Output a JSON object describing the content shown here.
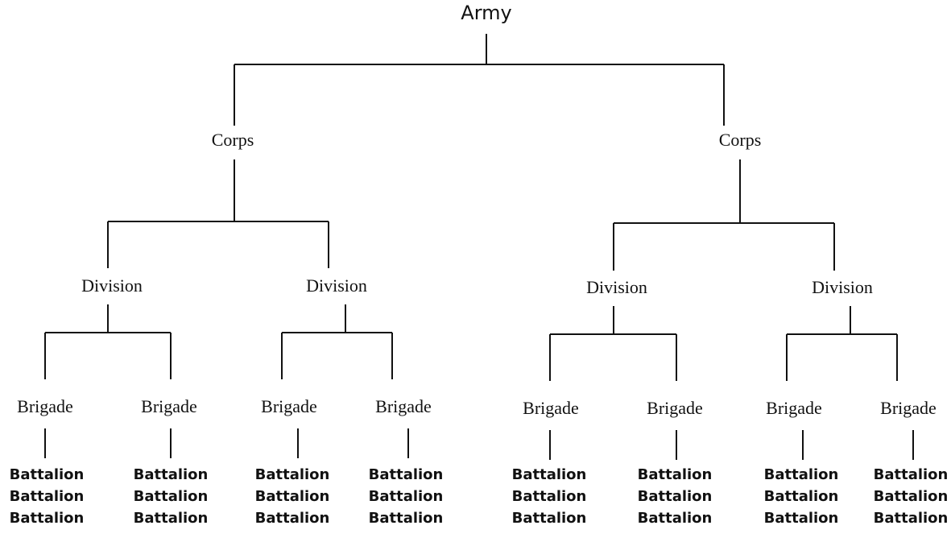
{
  "army": "Army",
  "corps": [
    {
      "label": "Corps",
      "divisions": [
        {
          "label": "Division",
          "brigades": [
            {
              "label": "Brigade",
              "battalions": [
                "Battalion",
                "Battalion",
                "Battalion"
              ]
            },
            {
              "label": "Brigade",
              "battalions": [
                "Battalion",
                "Battalion",
                "Battalion"
              ]
            }
          ]
        },
        {
          "label": "Division",
          "brigades": [
            {
              "label": "Brigade",
              "battalions": [
                "Battalion",
                "Battalion",
                "Battalion"
              ]
            },
            {
              "label": "Brigade",
              "battalions": [
                "Battalion",
                "Battalion",
                "Battalion"
              ]
            }
          ]
        }
      ]
    },
    {
      "label": "Corps",
      "divisions": [
        {
          "label": "Division",
          "brigades": [
            {
              "label": "Brigade",
              "battalions": [
                "Battalion",
                "Battalion",
                "Battalion"
              ]
            },
            {
              "label": "Brigade",
              "battalions": [
                "Battalion",
                "Battalion",
                "Battalion"
              ]
            }
          ]
        },
        {
          "label": "Division",
          "brigades": [
            {
              "label": "Brigade",
              "battalions": [
                "Battalion",
                "Battalion",
                "Battalion"
              ]
            },
            {
              "label": "Brigade",
              "battalions": [
                "Battalion",
                "Battalion",
                "Battalion"
              ]
            }
          ]
        }
      ]
    }
  ],
  "line_color": "#111111"
}
